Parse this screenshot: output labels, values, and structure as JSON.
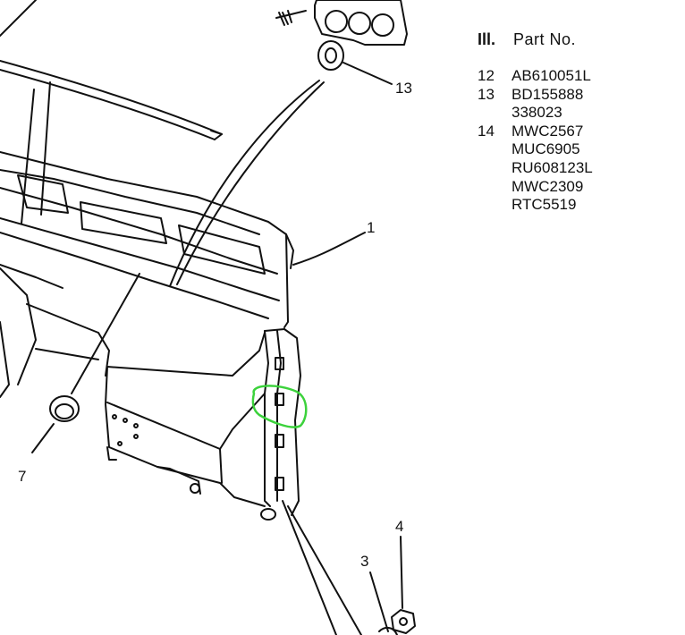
{
  "callouts": {
    "c1": "1",
    "c3": "3",
    "c4": "4",
    "c7": "7",
    "c13": "13"
  },
  "table": {
    "header_ill": "Ill.",
    "header_part": "Part  No.",
    "rows": [
      {
        "ill": "12",
        "parts": [
          "AB610051L"
        ]
      },
      {
        "ill": "13",
        "parts": [
          "BD155888",
          "338023"
        ]
      },
      {
        "ill": "14",
        "parts": [
          "MWC2567",
          "MUC6905",
          "RU608123L",
          "MWC2309",
          "RTC5519"
        ]
      }
    ]
  },
  "colors": {
    "ink": "#111111",
    "highlight": "#3cd23c"
  }
}
